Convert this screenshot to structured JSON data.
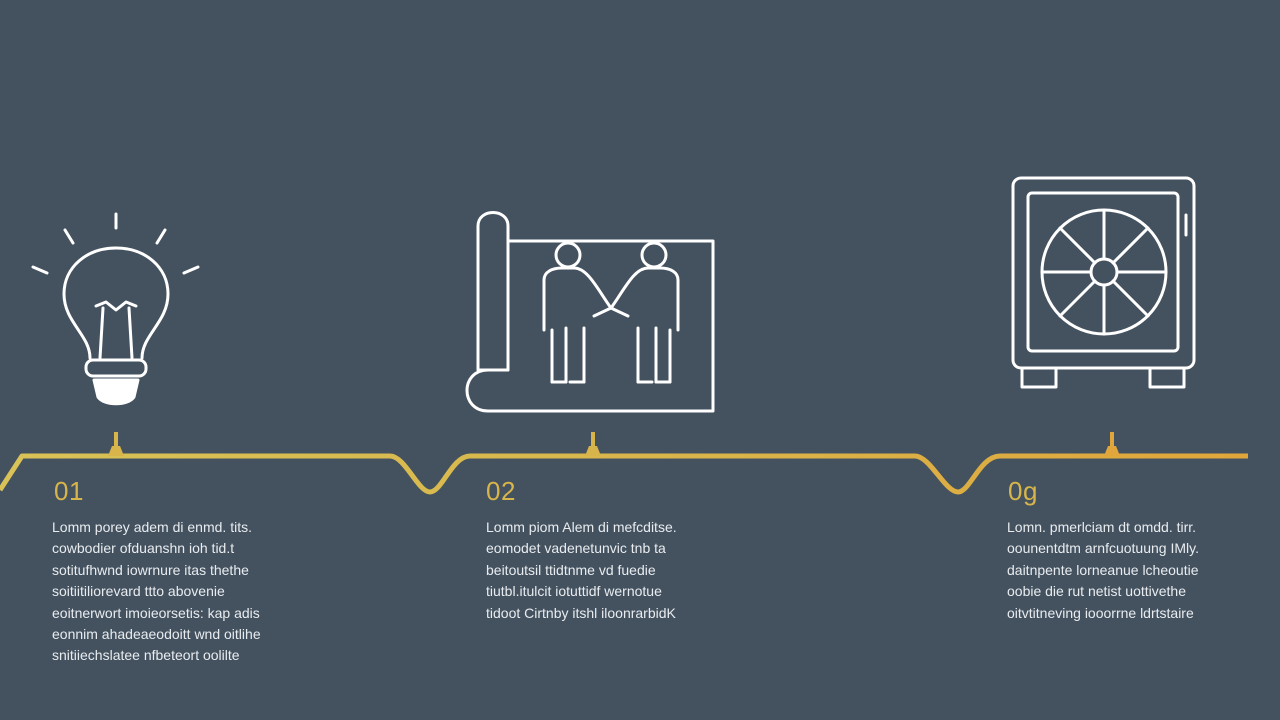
{
  "accent_gold": "#d8b54a",
  "background": "#445260",
  "line_color": "#ffffff",
  "steps": [
    {
      "number": "01",
      "icon": "lightbulb-icon",
      "lines": [
        "Lomm porey adem di enmd. tits.",
        "cowbodier ofduanshn ioh tid.t",
        "sotitufhwnd iowrnure itas thethe",
        "soitiitiliorevard ttto abovenie",
        "eoitnerwort imoieorsetis: kap adis",
        "eonnim ahadeaeodoitt wnd oitlihe",
        "snitiiechslatee nfbeteort oolilte"
      ]
    },
    {
      "number": "02",
      "icon": "handshake-agreement-icon",
      "lines": [
        "Lomm piom Alem di mefcditse.",
        "eomodet vadenetunvic tnb ta",
        "beitoutsil ttidtnme vd fuedie",
        "tiutbl.itulcit iotuttidf wernotue",
        "tidoot Cirtnby itshl iloonrarbidK"
      ]
    },
    {
      "number": "0g",
      "icon": "safe-vault-icon",
      "lines": [
        "Lomn. pmerlciam dt omdd. tirr.",
        "oounentdtm arnfcuotuung IMly.",
        "daitnpente lorneanue lcheoutie",
        "oobie die rut netist uottivethe",
        "oitvtitneving iooorrne ldrtstaire"
      ]
    }
  ]
}
